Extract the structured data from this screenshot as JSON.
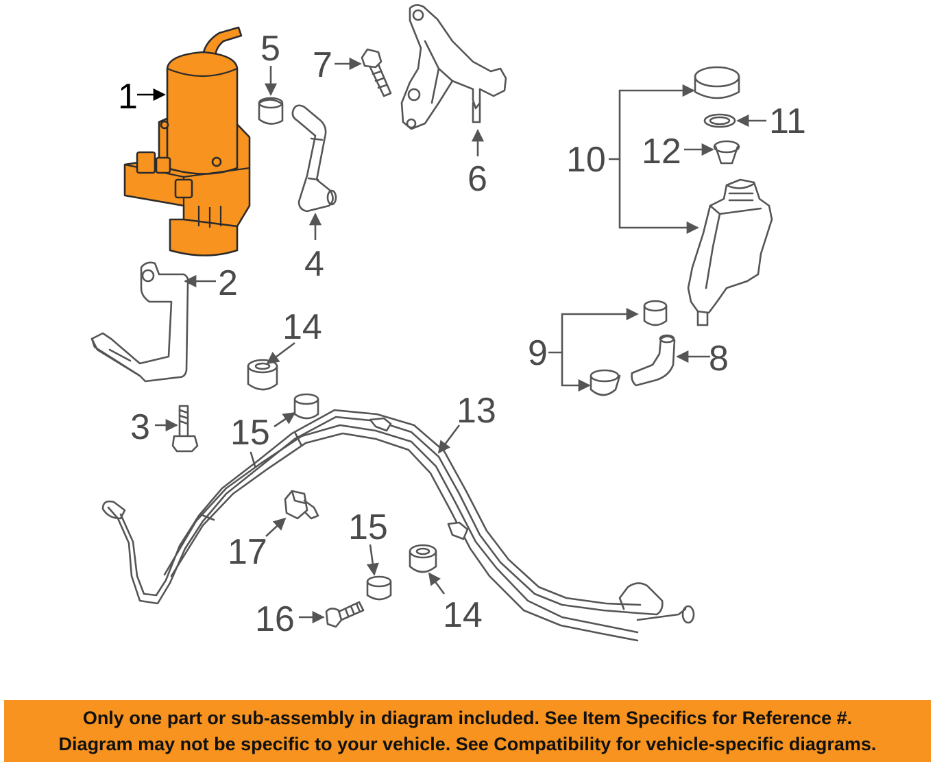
{
  "callouts": {
    "c1": "1",
    "c2": "2",
    "c3": "3",
    "c4": "4",
    "c5": "5",
    "c6": "6",
    "c7": "7",
    "c8": "8",
    "c9": "9",
    "c10": "10",
    "c11": "11",
    "c12": "12",
    "c13": "13",
    "c14a": "14",
    "c14b": "14",
    "c15a": "15",
    "c15b": "15",
    "c16": "16",
    "c17": "17"
  },
  "notice": {
    "line1": "Only one part or sub-assembly in diagram included. See Item Specifics for Reference #.",
    "line2": "Diagram may not be specific to your vehicle. See Compatibility for vehicle-specific diagrams."
  },
  "colors": {
    "highlight": "#f7931e",
    "line": "#555555"
  }
}
